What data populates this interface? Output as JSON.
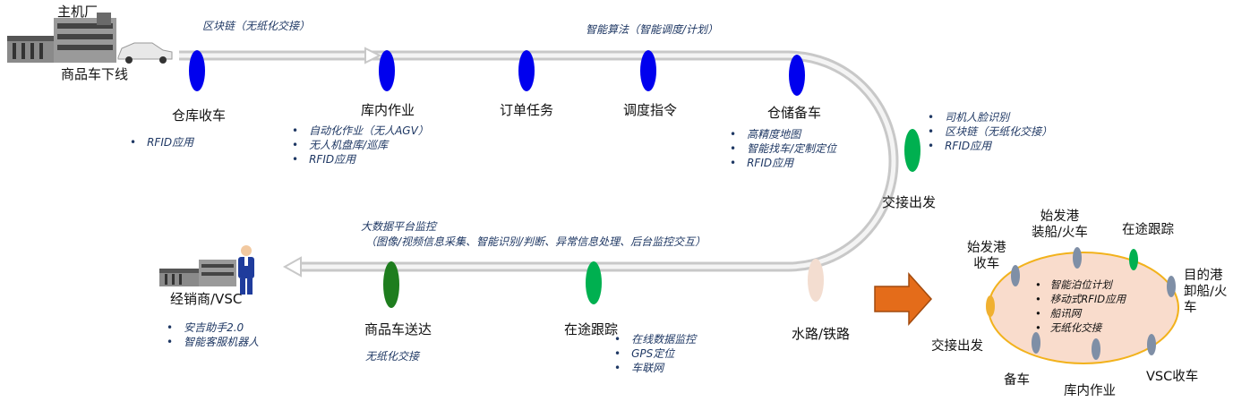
{
  "colors": {
    "node_blue": "#0000ee",
    "node_green": "#00b050",
    "node_darkgreen": "#1e7d1e",
    "node_tan": "#f3ddd0",
    "node_gray": "#7f8fa6",
    "node_orange": "#f0b030",
    "ellipse_fill": "#f9dccc",
    "ellipse_stroke": "#f2b21c",
    "arrow_orange": "#e46c1a",
    "note_text": "#1f3864"
  },
  "origin": {
    "factory": "主机厂",
    "offline": "商品车下线"
  },
  "top_notes": {
    "blockchain": "区块链（无纸化交接）",
    "algorithm": "智能算法（智能调度/计划）"
  },
  "stages_top": [
    {
      "label": "仓库收车"
    },
    {
      "label": "库内作业"
    },
    {
      "label": "订单任务"
    },
    {
      "label": "调度指令"
    },
    {
      "label": "仓储备车"
    }
  ],
  "warehouse_receive_list": [
    "RFID应用"
  ],
  "inner_ops_list": [
    "自动化作业（无人AGV）",
    "无人机盘库/巡库",
    "RFID应用"
  ],
  "storage_prep_list": [
    "高精度地图",
    "智能找车/定制定位",
    "RFID应用"
  ],
  "handover": {
    "label": "交接出发",
    "list": [
      "司机人脸识别",
      "区块链（无纸化交接）",
      "RFID应用"
    ]
  },
  "bigdata": {
    "title": "大数据平台监控",
    "detail": "（图像/视频信息采集、智能识别/判断、异常信息处理、后台监控交互）"
  },
  "stages_bottom": [
    {
      "label": "经销商/VSC"
    },
    {
      "label": "商品车送达"
    },
    {
      "label": "在途跟踪"
    },
    {
      "label": "水路/铁路"
    }
  ],
  "dealer_list": [
    "安吉助手2.0",
    "智能客服机器人"
  ],
  "delivered_note": "无纸化交接",
  "transit_list": [
    "在线数据监控",
    "GPS定位",
    "车联网"
  ],
  "port_cycle": {
    "origin_receive": "始发港\n收车",
    "origin_load": "始发港\n装船/火车",
    "transit": "在途跟踪",
    "dest_unload": "目的港\n卸船/火\n车",
    "vsc_receive": "VSC收车",
    "yard_ops": "库内作业",
    "prep": "备车",
    "handover": "交接出发",
    "features": [
      "智能泊位计划",
      "移动式RFID应用",
      "船讯网",
      "无纸化交接"
    ]
  }
}
